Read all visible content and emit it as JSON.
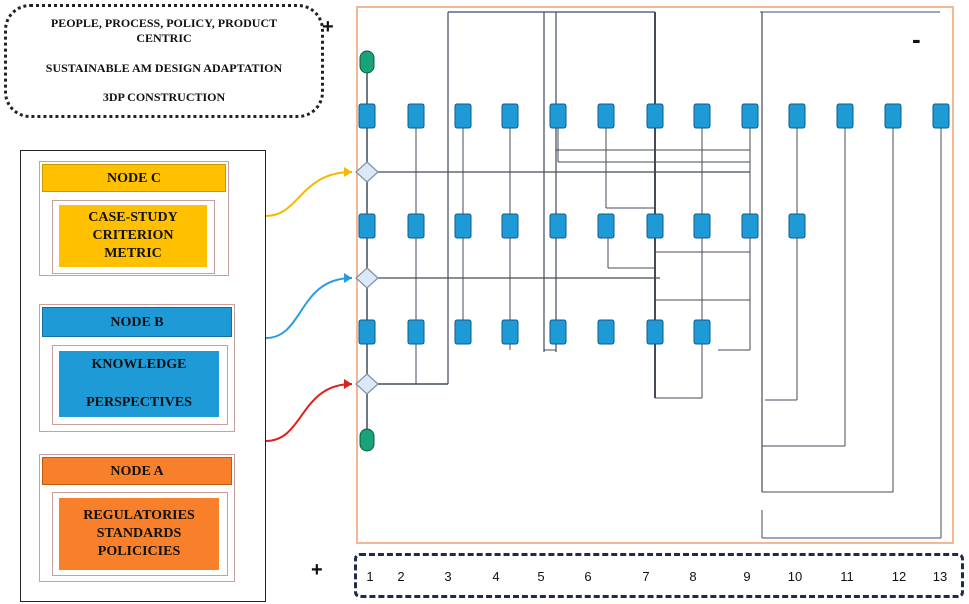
{
  "legend": {
    "line1": "PEOPLE, PROCESS, POLICY, PRODUCT",
    "line2": "CENTRIC",
    "line3": "SUSTAINABLE AM DESIGN ADAPTATION",
    "line4": "3DP CONSTRUCTION"
  },
  "signs": {
    "plus_top": "+",
    "minus": "-",
    "plus_bottom": "+"
  },
  "nodes": {
    "c": {
      "title": "NODE   C",
      "lines": [
        "CASE-STUDY",
        "CRITERION",
        "METRIC"
      ],
      "color": "#ffc000",
      "arrow_color": "#f5b800"
    },
    "b": {
      "title": "NODE   B",
      "lines": [
        "KNOWLEDGE",
        "",
        "PERSPECTIVES"
      ],
      "color": "#1e9bd7",
      "arrow_color": "#2a9be0"
    },
    "a": {
      "title": "NODE   A",
      "lines": [
        "REGULATORIES",
        "STANDARDS",
        "POLICICIES"
      ],
      "color": "#f8802a",
      "arrow_color": "#e0201a"
    }
  },
  "axis": {
    "labels": [
      "1",
      "2",
      "3",
      "4",
      "5",
      "6",
      "7",
      "8",
      "9",
      "10",
      "11",
      "12",
      "13"
    ]
  },
  "colors": {
    "block": "#1e9bd7",
    "terminator": "#1aa37a",
    "diamond": "#dbe8f5"
  }
}
